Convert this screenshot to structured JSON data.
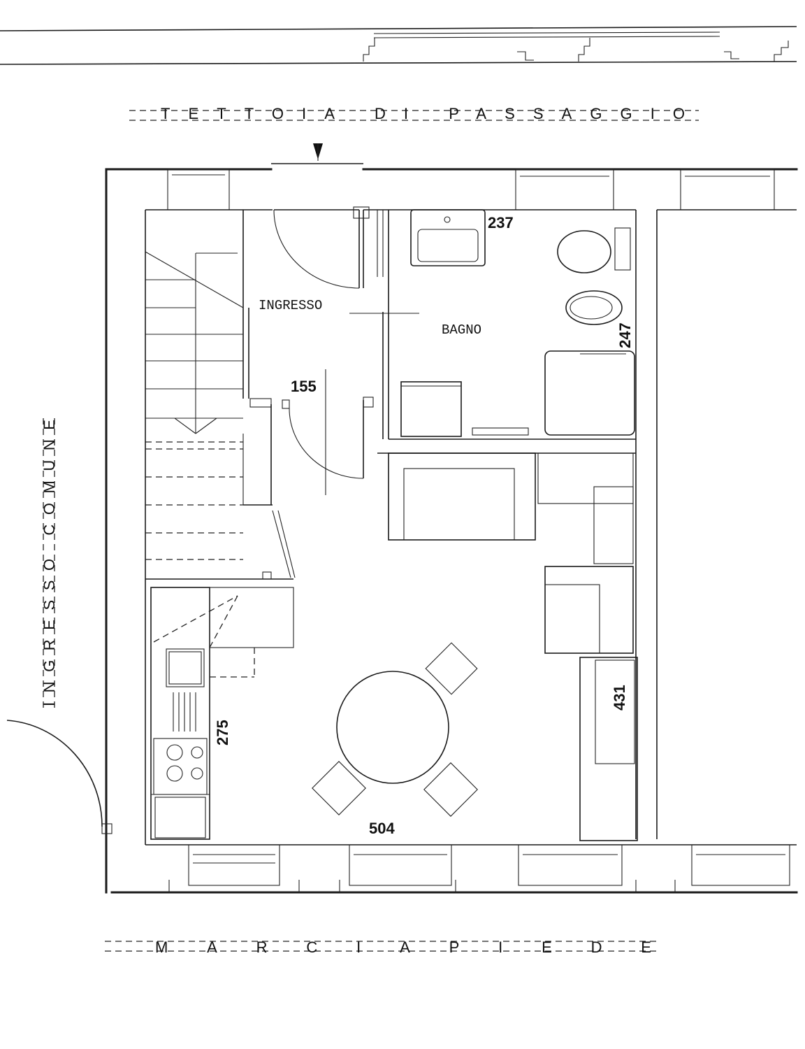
{
  "labels": {
    "top_canopy": "TETTOIA DI PASSAGGIO",
    "sidewalk": "MARCIAPIEDE",
    "common_entrance": "INGRESSO COMUNE",
    "entrance": "INGRESSO",
    "bathroom": "BAGNO"
  },
  "dimensions": {
    "bath_width": "237",
    "bath_depth": "247",
    "entry_width": "155",
    "kitchen_length": "275",
    "room_depth": "431",
    "room_width": "504"
  }
}
